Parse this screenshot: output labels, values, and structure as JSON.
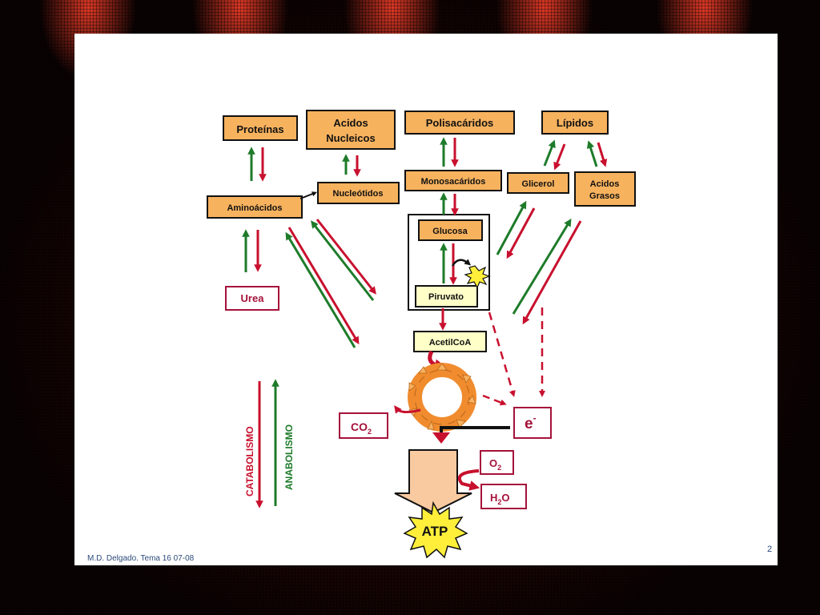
{
  "boxes": {
    "proteinas": "Proteínas",
    "acidos_nucleicos_1": "Acidos",
    "acidos_nucleicos_2": "Nucleicos",
    "polisacaridos": "Polisacáridos",
    "lipidos": "Lípidos",
    "aminoacidos": "Aminoácidos",
    "nucleotidos": "Nucleótidos",
    "monosacaridos": "Monosacáridos",
    "glicerol": "Glicerol",
    "acidos_grasos_1": "Acidos",
    "acidos_grasos_2": "Grasos",
    "glucosa": "Glucosa",
    "piruvato": "Piruvato",
    "acetilcoa": "AcetilCoA",
    "urea": "Urea",
    "co2_main": "CO",
    "co2_sub": "2",
    "electron_main": "e",
    "electron_sup": "-",
    "o2_main": "O",
    "o2_sub": "2",
    "h2o_h": "H",
    "h2o_sub": "2",
    "h2o_o": "O",
    "atp": "ATP"
  },
  "legend": {
    "catabolismo": "CATABOLISMO",
    "anabolismo": "ANABOLISMO"
  },
  "footer": {
    "author": "M.D. Delgado. Tema 16 07-08",
    "page": "2"
  },
  "colors": {
    "box_fill": "#F7B25E",
    "box_fill_light": "#FFFFC8",
    "catabolic_red": "#C8102E",
    "anabolic_green": "#1E7B2A",
    "outline_red": "#A5123A",
    "krebs_orange": "#F08C2E",
    "atp_yellow": "#FFEF3A"
  }
}
